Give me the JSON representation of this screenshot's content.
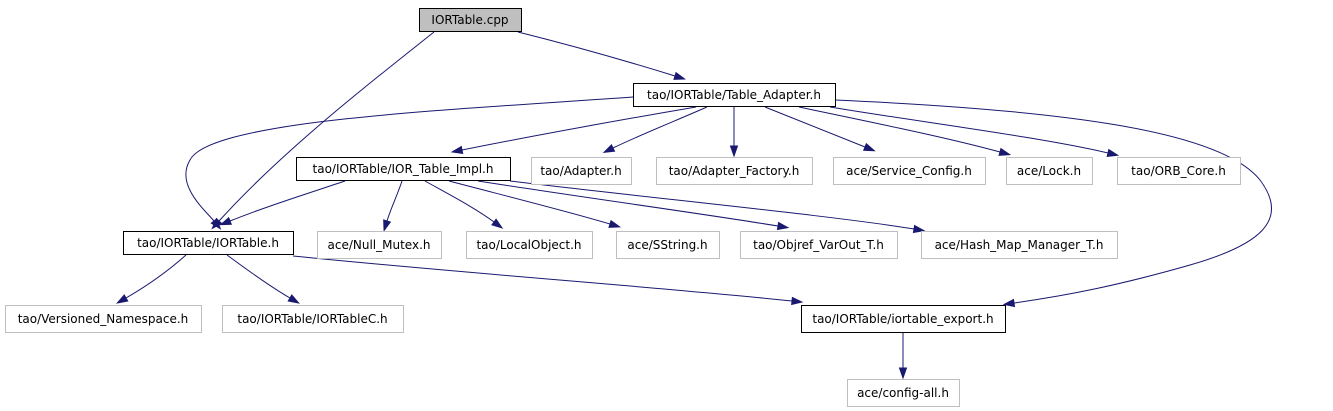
{
  "diagram": {
    "colors": {
      "edge": "#191970",
      "root_fill": "#bfbfbf",
      "root_border": "#000000",
      "documented_border": "#000000",
      "undocumented_border": "#bfbfbf",
      "text": "#000000",
      "background": "#ffffff"
    },
    "nodes": [
      {
        "id": "iortable_cpp",
        "label": "IORTable.cpp",
        "kind": "root"
      },
      {
        "id": "table_adapter_h",
        "label": "tao/IORTable/Table_Adapter.h",
        "kind": "documented"
      },
      {
        "id": "ior_table_impl_h",
        "label": "tao/IORTable/IOR_Table_Impl.h",
        "kind": "documented"
      },
      {
        "id": "adapter_h",
        "label": "tao/Adapter.h",
        "kind": "external"
      },
      {
        "id": "adapter_factory_h",
        "label": "tao/Adapter_Factory.h",
        "kind": "external"
      },
      {
        "id": "service_config_h",
        "label": "ace/Service_Config.h",
        "kind": "external"
      },
      {
        "id": "lock_h",
        "label": "ace/Lock.h",
        "kind": "external"
      },
      {
        "id": "orb_core_h",
        "label": "tao/ORB_Core.h",
        "kind": "external"
      },
      {
        "id": "iortable_h",
        "label": "tao/IORTable/IORTable.h",
        "kind": "documented"
      },
      {
        "id": "null_mutex_h",
        "label": "ace/Null_Mutex.h",
        "kind": "external"
      },
      {
        "id": "localobject_h",
        "label": "tao/LocalObject.h",
        "kind": "external"
      },
      {
        "id": "sstring_h",
        "label": "ace/SString.h",
        "kind": "external"
      },
      {
        "id": "objref_varout_h",
        "label": "tao/Objref_VarOut_T.h",
        "kind": "external"
      },
      {
        "id": "hash_map_manager_h",
        "label": "ace/Hash_Map_Manager_T.h",
        "kind": "external"
      },
      {
        "id": "versioned_namespace_h",
        "label": "tao/Versioned_Namespace.h",
        "kind": "external"
      },
      {
        "id": "iortablec_h",
        "label": "tao/IORTable/IORTableC.h",
        "kind": "external"
      },
      {
        "id": "iortable_export_h",
        "label": "tao/IORTable/iortable_export.h",
        "kind": "documented"
      },
      {
        "id": "config_all_h",
        "label": "ace/config-all.h",
        "kind": "external"
      }
    ],
    "edges": [
      {
        "from": "iortable_cpp",
        "to": "table_adapter_h"
      },
      {
        "from": "iortable_cpp",
        "to": "iortable_h"
      },
      {
        "from": "table_adapter_h",
        "to": "ior_table_impl_h"
      },
      {
        "from": "table_adapter_h",
        "to": "adapter_h"
      },
      {
        "from": "table_adapter_h",
        "to": "adapter_factory_h"
      },
      {
        "from": "table_adapter_h",
        "to": "service_config_h"
      },
      {
        "from": "table_adapter_h",
        "to": "lock_h"
      },
      {
        "from": "table_adapter_h",
        "to": "orb_core_h"
      },
      {
        "from": "table_adapter_h",
        "to": "iortable_h"
      },
      {
        "from": "table_adapter_h",
        "to": "iortable_export_h"
      },
      {
        "from": "ior_table_impl_h",
        "to": "iortable_h"
      },
      {
        "from": "ior_table_impl_h",
        "to": "null_mutex_h"
      },
      {
        "from": "ior_table_impl_h",
        "to": "localobject_h"
      },
      {
        "from": "ior_table_impl_h",
        "to": "sstring_h"
      },
      {
        "from": "ior_table_impl_h",
        "to": "objref_varout_h"
      },
      {
        "from": "ior_table_impl_h",
        "to": "hash_map_manager_h"
      },
      {
        "from": "iortable_h",
        "to": "versioned_namespace_h"
      },
      {
        "from": "iortable_h",
        "to": "iortablec_h"
      },
      {
        "from": "iortable_h",
        "to": "iortable_export_h"
      },
      {
        "from": "iortable_export_h",
        "to": "config_all_h"
      }
    ]
  }
}
